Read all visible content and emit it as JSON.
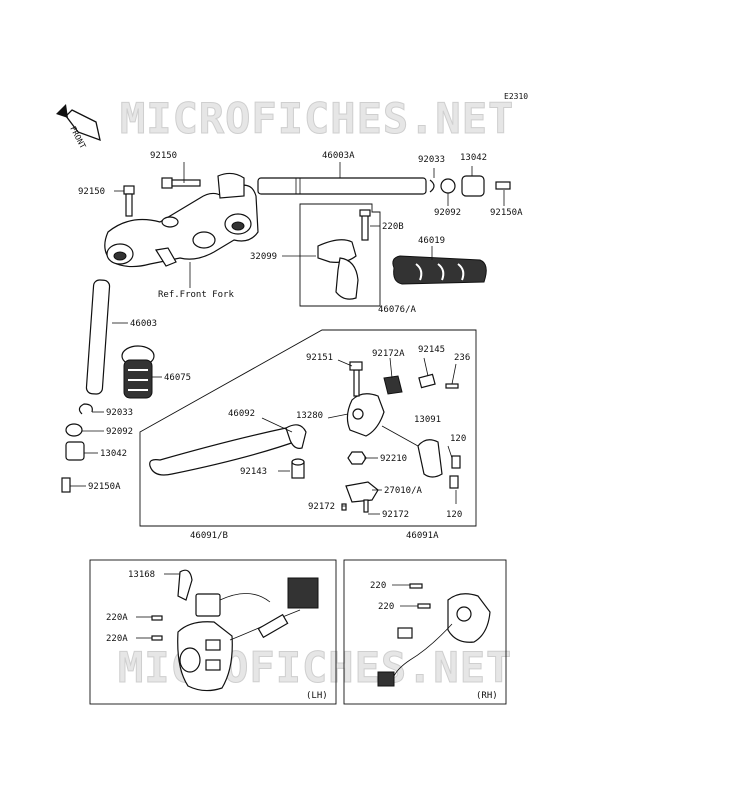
{
  "diagram": {
    "code": "E2310",
    "watermark": "MICROFICHES.NET",
    "front_label": "FRONT",
    "ref_note": "Ref.Front Fork",
    "parts": {
      "p92150_a": "92150",
      "p92150_b": "92150",
      "p46003A": "46003A",
      "p92033_top": "92033",
      "p13042_top": "13042",
      "p92092_top": "92092",
      "p92150A_top": "92150A",
      "p220B": "220B",
      "p32099": "32099",
      "p46019": "46019",
      "p46003": "46003",
      "p46075": "46075",
      "p92033_l": "92033",
      "p92092_l": "92092",
      "p13042_l": "13042",
      "p92150A_l": "92150A",
      "p46076A": "46076/A",
      "p92151": "92151",
      "p92172A": "92172A",
      "p92145": "92145",
      "p236": "236",
      "p46092": "46092",
      "p13280": "13280",
      "p13091": "13091",
      "p120_a": "120",
      "p92210": "92210",
      "p92143": "92143",
      "p27010A": "27010/A",
      "p92172_a": "92172",
      "p92172_b": "92172",
      "p120_b": "120",
      "p46091B": "46091/B",
      "p46091A": "46091A",
      "p13168": "13168",
      "p220A_a": "220A",
      "p220A_b": "220A",
      "p220_a": "220",
      "p220_b": "220",
      "lh": "(LH)",
      "rh": "(RH)"
    }
  }
}
